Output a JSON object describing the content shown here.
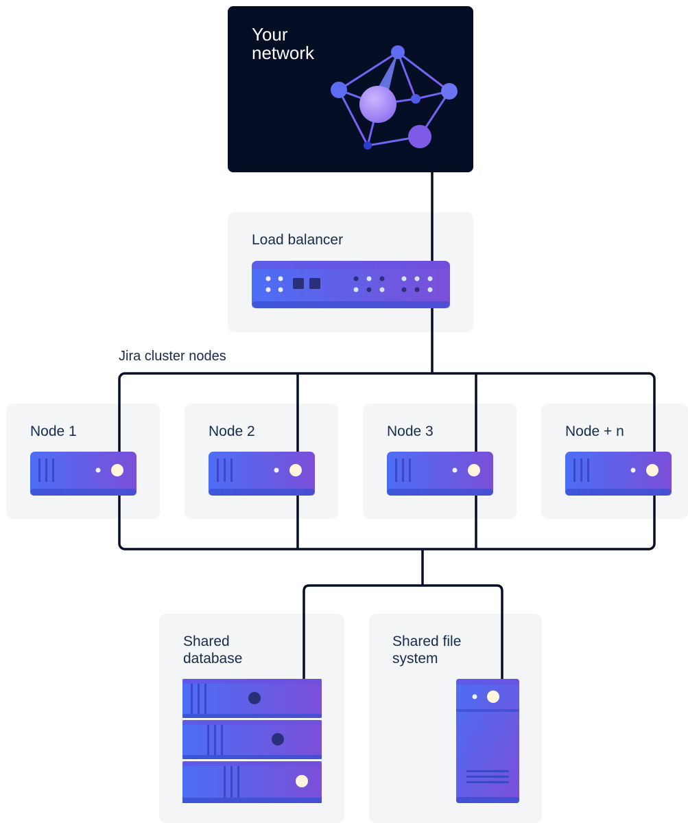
{
  "network": {
    "title_line1": "Your",
    "title_line2": "network"
  },
  "load_balancer": {
    "label": "Load balancer"
  },
  "cluster": {
    "label": "Jira cluster nodes",
    "nodes": [
      {
        "label": "Node 1"
      },
      {
        "label": "Node 2"
      },
      {
        "label": "Node 3"
      },
      {
        "label": "Node + n"
      }
    ]
  },
  "shared_database": {
    "label_line1": "Shared",
    "label_line2": "database"
  },
  "shared_file_system": {
    "label_line1": "Shared file",
    "label_line2": "system"
  },
  "colors": {
    "network_bg": "#050E25",
    "panel_bg": "#F4F5F7",
    "server_blue": "#4C6EF5",
    "server_purple": "#7B4FD8",
    "connector": "#050E25"
  }
}
